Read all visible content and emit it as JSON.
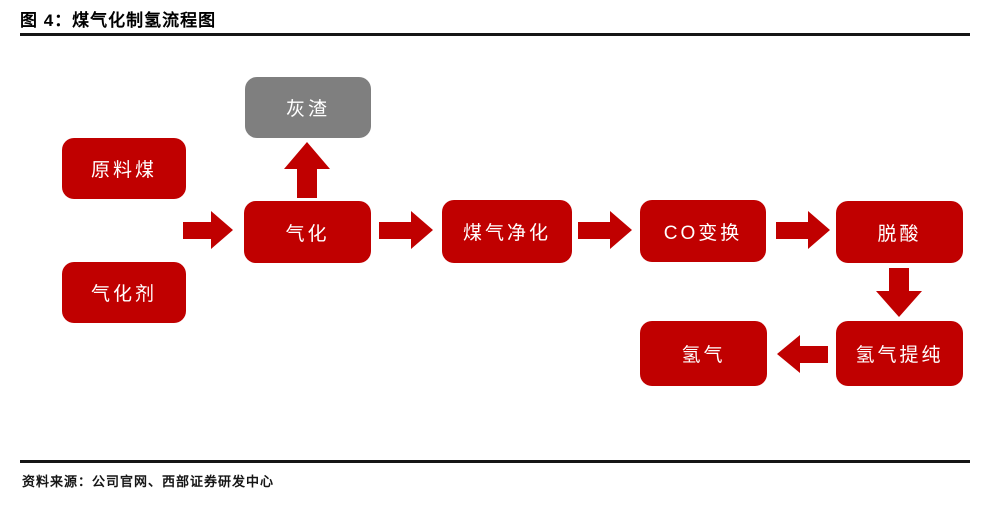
{
  "figure": {
    "title": "图 4：煤气化制氢流程图",
    "source": "资料来源：公司官网、西部证券研发中心"
  },
  "colors": {
    "node_red": "#c00000",
    "node_gray": "#7f7f7f",
    "node_text": "#ffffff",
    "arrow_red": "#c00000",
    "rule_black": "#161616"
  },
  "flowchart": {
    "nodes": [
      {
        "id": "ash",
        "label": "灰渣",
        "fill": "gray"
      },
      {
        "id": "raw-coal",
        "label": "原料煤",
        "fill": "red"
      },
      {
        "id": "gasification-agent",
        "label": "气化剂",
        "fill": "red"
      },
      {
        "id": "gasification",
        "label": "气化",
        "fill": "red"
      },
      {
        "id": "gas-purification",
        "label": "煤气净化",
        "fill": "red"
      },
      {
        "id": "co-shift",
        "label": "CO变换",
        "fill": "red"
      },
      {
        "id": "deacidification",
        "label": "脱酸",
        "fill": "red"
      },
      {
        "id": "hydrogen-purification",
        "label": "氢气提纯",
        "fill": "red"
      },
      {
        "id": "hydrogen",
        "label": "氢气",
        "fill": "red"
      }
    ],
    "edges": [
      {
        "from": "raw-coal / gasification-agent",
        "to": "gasification",
        "direction": "right"
      },
      {
        "from": "gasification",
        "to": "ash",
        "direction": "up"
      },
      {
        "from": "gasification",
        "to": "gas-purification",
        "direction": "right"
      },
      {
        "from": "gas-purification",
        "to": "co-shift",
        "direction": "right"
      },
      {
        "from": "co-shift",
        "to": "deacidification",
        "direction": "right"
      },
      {
        "from": "deacidification",
        "to": "hydrogen-purification",
        "direction": "down"
      },
      {
        "from": "hydrogen-purification",
        "to": "hydrogen",
        "direction": "left"
      }
    ]
  }
}
